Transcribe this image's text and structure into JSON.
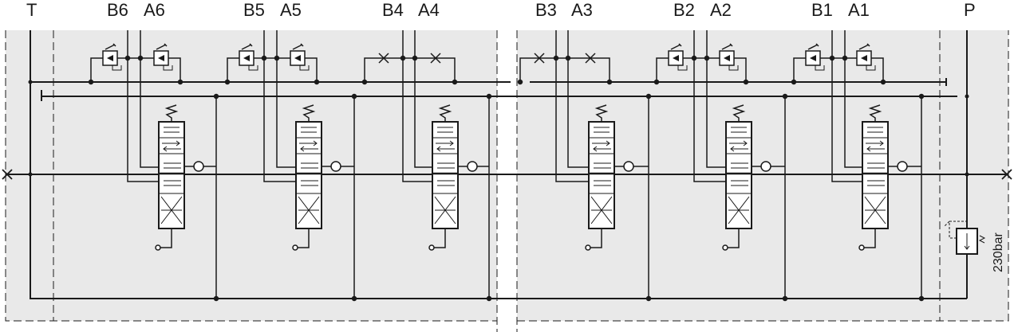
{
  "ports": {
    "tank": "T",
    "pressure": "P",
    "sections": [
      {
        "b": "B6",
        "a": "A6",
        "relief_valves": true
      },
      {
        "b": "B5",
        "a": "A5",
        "relief_valves": true
      },
      {
        "b": "B4",
        "a": "A4",
        "relief_valves": false
      },
      {
        "b": "B3",
        "a": "A3",
        "relief_valves": false
      },
      {
        "b": "B2",
        "a": "A2",
        "relief_valves": true
      },
      {
        "b": "B1",
        "a": "A1",
        "relief_valves": true
      }
    ]
  },
  "main_relief": {
    "setting": "230bar"
  },
  "colors": {
    "background": "#e9e9e9",
    "line": "#1a1a1a"
  }
}
